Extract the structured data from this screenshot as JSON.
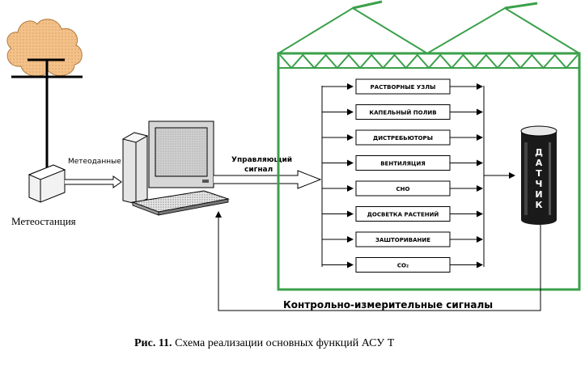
{
  "weather_station": {
    "label": "Метеостанция"
  },
  "flows": {
    "weather_data": "Метеоданные",
    "control_signal_line1": "Управляющий",
    "control_signal_line2": "сигнал",
    "feedback": "Контрольно-измерительные сигналы"
  },
  "subsystems": [
    "РАСТВОРНЫЕ УЗЛЫ",
    "КАПЕЛЬНЫЙ ПОЛИВ",
    "ДИСТРЕБЬЮТОРЫ",
    "ВЕНТИЛЯЦИЯ",
    "СНО",
    "ДОСВЕТКА РАСТЕНИЙ",
    "ЗАШТОРИВАНИЕ",
    "CO₂"
  ],
  "sensor": {
    "label_letters": [
      "Д",
      "А",
      "Т",
      "Ч",
      "И",
      "К"
    ]
  },
  "caption": {
    "prefix": "Рис. 11.",
    "text": " Схема реализации основных функций АСУ Т"
  },
  "colors": {
    "greenhouse": "#3aa04a",
    "cloud": "#f3c189",
    "line": "#000000"
  }
}
